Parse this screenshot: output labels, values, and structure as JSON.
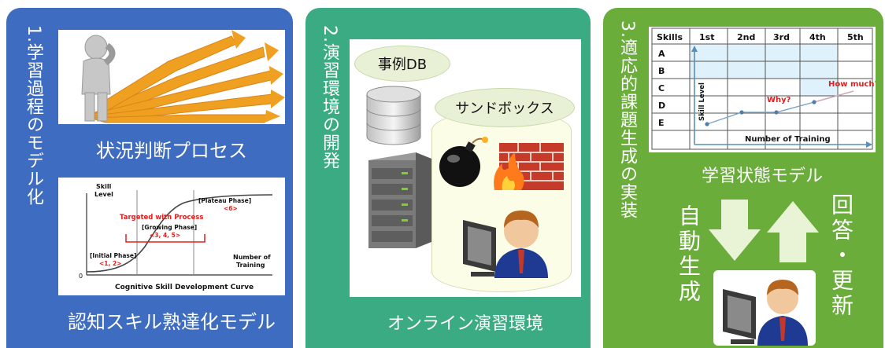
{
  "panel1": {
    "title": "1.学習過程のモデル化",
    "caption1": "状況判断プロセス",
    "caption2": "認知スキル熟達化モデル",
    "curve": {
      "y_label_1": "Skill",
      "y_label_2": "Level",
      "target_label": "Targeted with Process",
      "growing": "[Growing Phase]",
      "growing_sub": "<3, 4, 5>",
      "plateau": "[Plateau Phase]",
      "plateau_sub": "<6>",
      "initial": "[Initial Phase]",
      "initial_sub": "<1, 2>",
      "x_label_1": "Number of",
      "x_label_2": "Training",
      "origin": "0",
      "chart_title": "Cognitive Skill Development Curve"
    }
  },
  "panel2": {
    "title": "2.演習環境の開発",
    "db_label": "事例DB",
    "sandbox_label": "サンドボックス",
    "caption": "オンライン演習環境"
  },
  "panel3": {
    "title": "3.適応的課題生成の実装",
    "table": {
      "header": [
        "Skills",
        "1st",
        "2nd",
        "3rd",
        "4th",
        "5th"
      ],
      "rows": [
        "A",
        "B",
        "C",
        "D",
        "E"
      ],
      "y_axis": "Skill Level",
      "x_axis": "Number of Training",
      "why": "Why?",
      "how_much": "How much?"
    },
    "caption": "学習状態モデル",
    "left_vertical": "自動生成",
    "right_vertical": "回答・更新"
  },
  "colors": {
    "panel1": "#3d6cc0",
    "panel2": "#3aab82",
    "panel3": "#6aad3a",
    "highlight": "#e02020"
  }
}
